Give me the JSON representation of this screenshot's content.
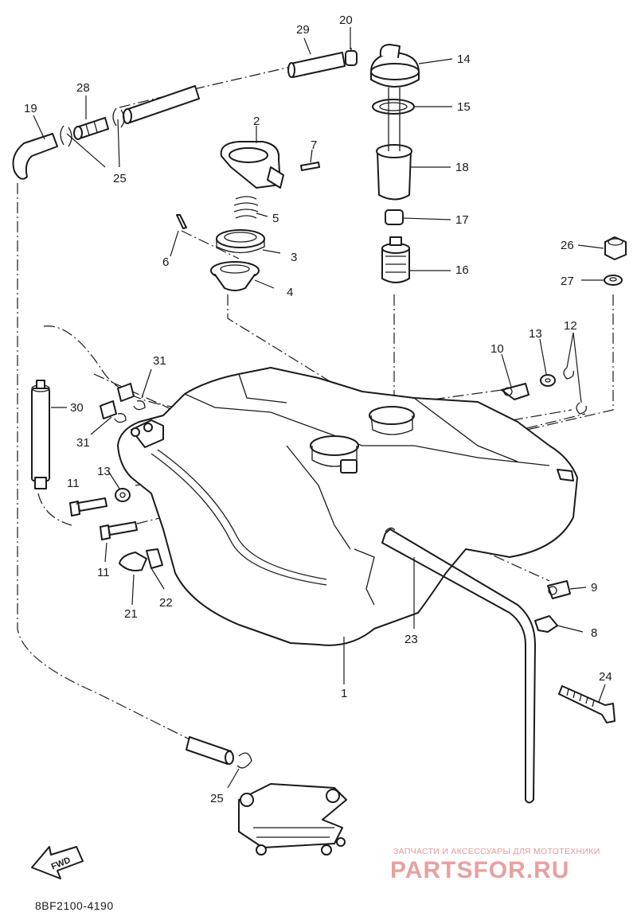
{
  "diagram_code": "8BF2100-4190",
  "fwd_label": "FWD",
  "watermark": {
    "tagline": "ЗАПЧАСТИ И АКСЕССУАРЫ ДЛЯ МОТОТЕХНИКИ",
    "brand": "PARTSFOR.RU"
  },
  "callouts": {
    "c1": "1",
    "c2": "2",
    "c3": "3",
    "c4": "4",
    "c5": "5",
    "c6": "6",
    "c7": "7",
    "c8": "8",
    "c9": "9",
    "c10": "10",
    "c11a": "11",
    "c11b": "11",
    "c12": "12",
    "c13a": "13",
    "c13b": "13",
    "c14": "14",
    "c15": "15",
    "c16": "16",
    "c17": "17",
    "c18": "18",
    "c19": "19",
    "c20": "20",
    "c21": "21",
    "c22": "22",
    "c23": "23",
    "c24": "24",
    "c25a": "25",
    "c25b": "25",
    "c26": "26",
    "c27": "27",
    "c28": "28",
    "c29": "29",
    "c30": "30",
    "c31a": "31",
    "c31b": "31"
  }
}
